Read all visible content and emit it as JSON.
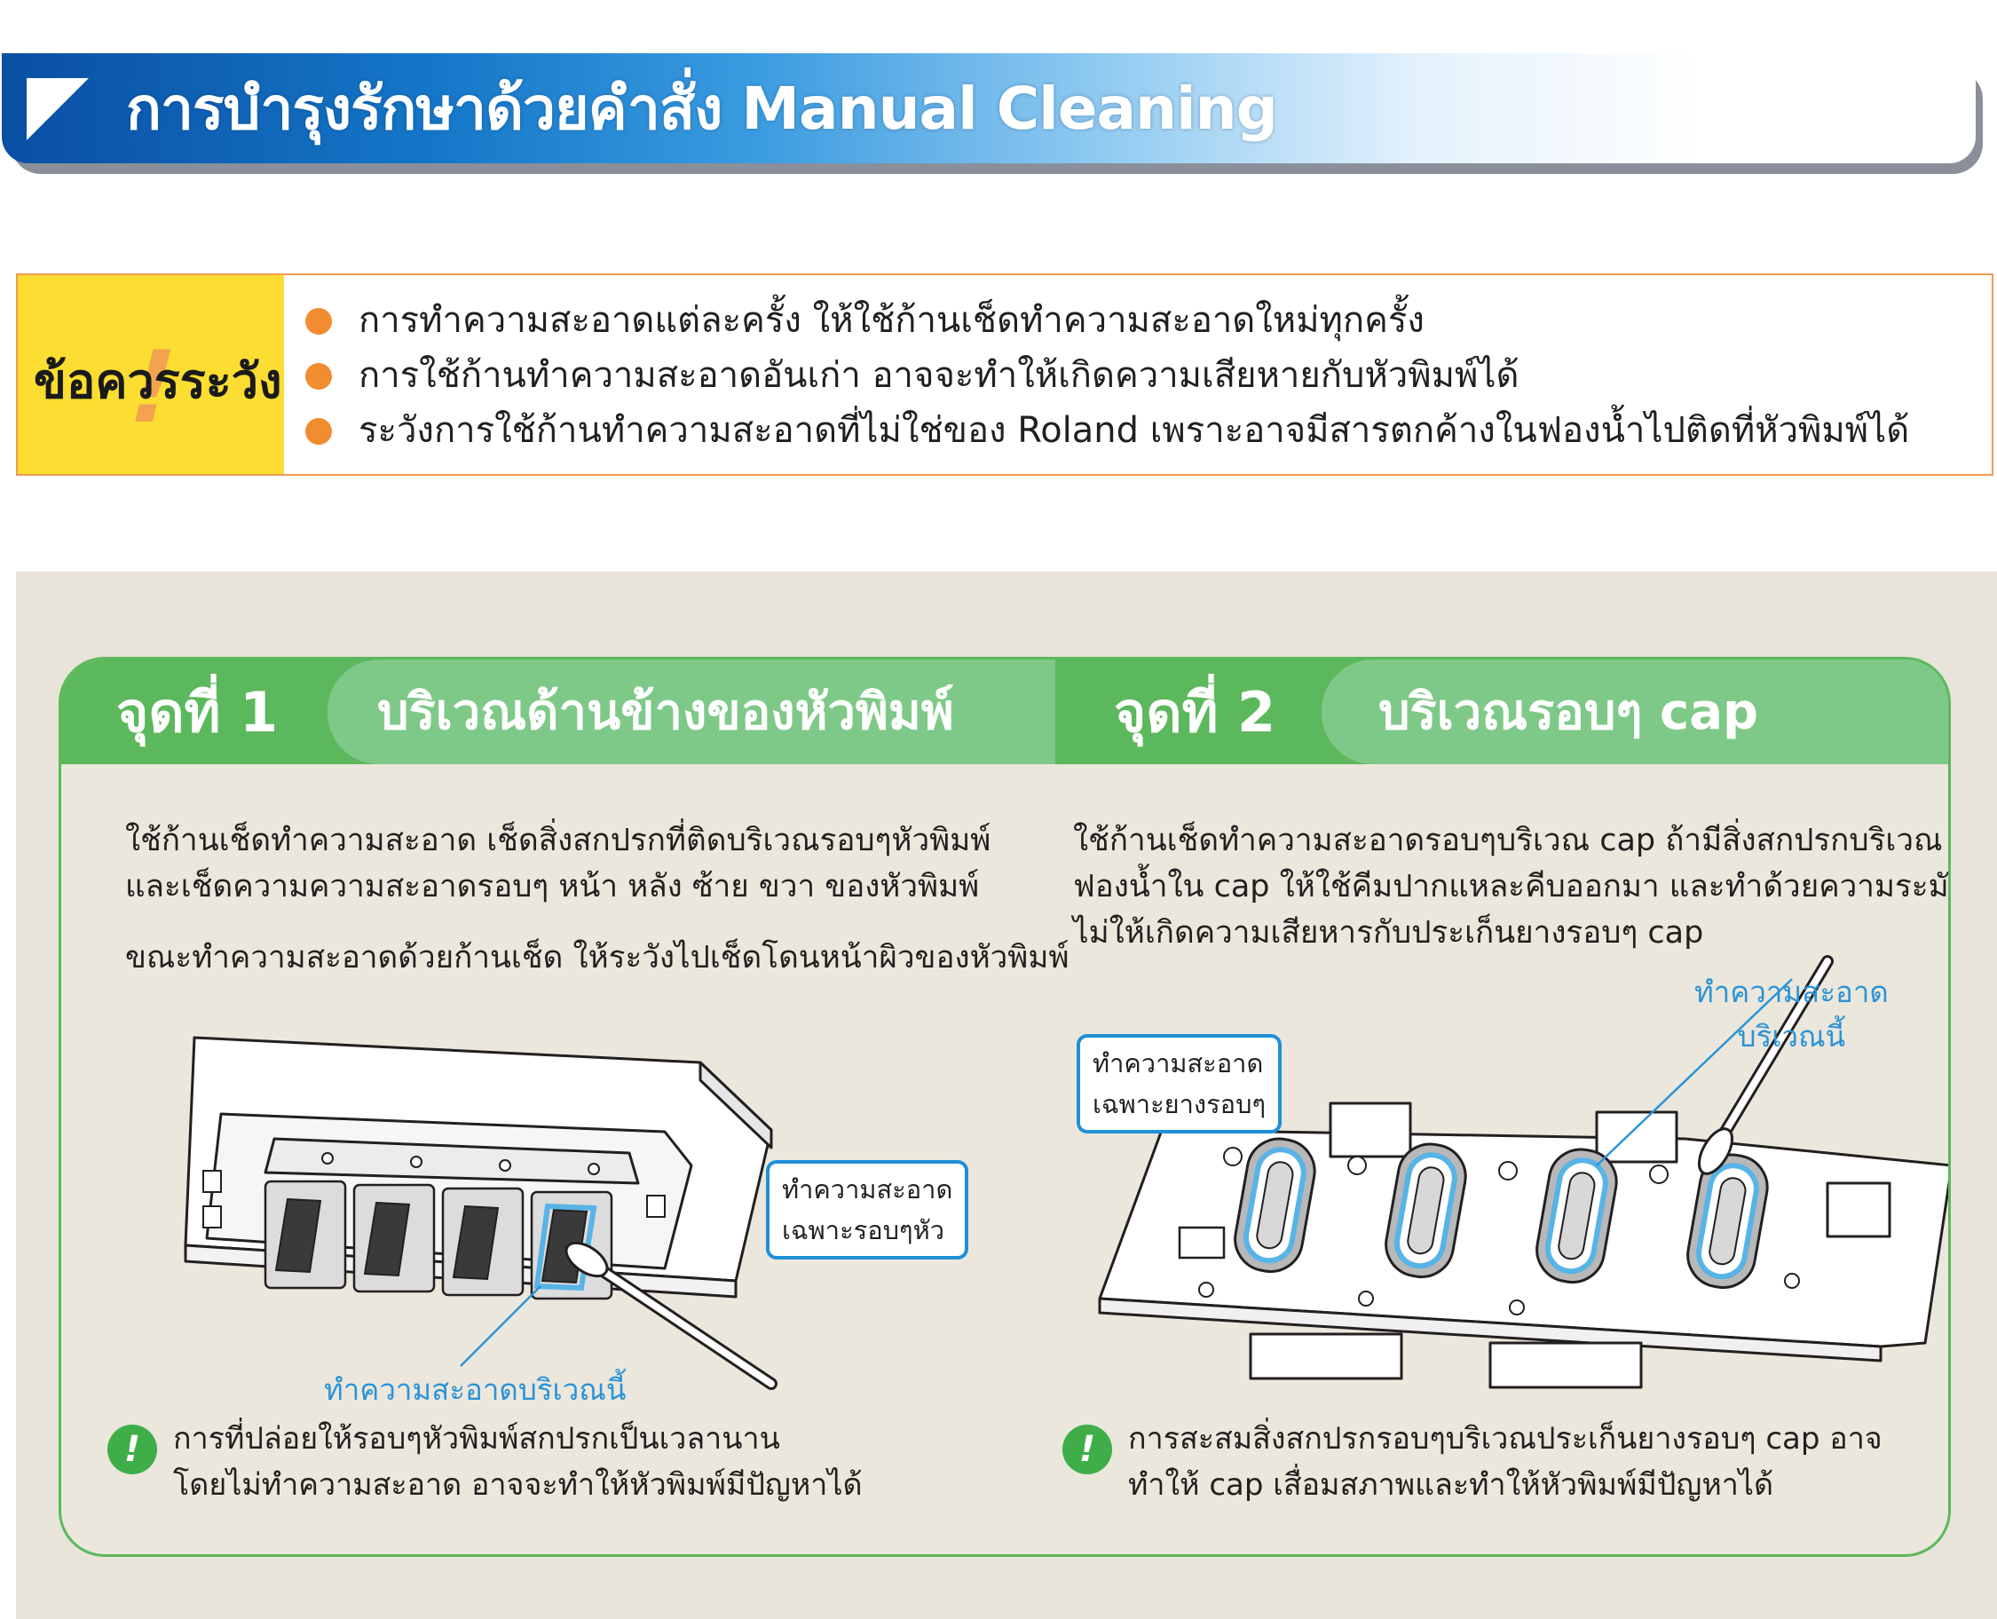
{
  "header": {
    "title": "การบำรุงรักษาด้วยคำสั่ง Manual Cleaning"
  },
  "caution": {
    "label": "ข้อควรระวัง",
    "items": [
      "การทำความสะอาดแต่ละครั้ง ให้ใช้ก้านเช็ดทำความสะอาดใหม่ทุกครั้ง",
      "การใช้ก้านทำความสะอาดอันเก่า อาจจะทำให้เกิดความเสียหายกับหัวพิมพ์ได้",
      "ระวังการใช้ก้านทำความสะอาดที่ไม่ใช่ของ Roland เพราะอาจมีสารตกค้างในฟองน้ำไปติดที่หัวพิมพ์ได้"
    ]
  },
  "point1": {
    "label": "จุดที่ 1",
    "title": "บริเวณด้านข้างของหัวพิมพ์",
    "paragraph": [
      "ใช้ก้านเช็ดทำความสะอาด เช็ดสิ่งสกปรกที่ติดบริเวณรอบๆหัวพิมพ์",
      "และเช็ดความความสะอาดรอบๆ หน้า หลัง ซ้าย ขวา ของหัวพิมพ์"
    ],
    "note": "ขณะทำความสะอาดด้วยก้านเช็ด ให้ระวังไปเช็ดโดนหน้าผิวของหัวพิมพ์",
    "callout": [
      "ทำความสะอาด",
      "เฉพาะรอบๆหัว"
    ],
    "blue_label": "ทำความสะอาดบริเวณนี้",
    "warning": [
      "การที่ปล่อยให้รอบๆหัวพิมพ์สกปรกเป็นเวลานาน",
      "โดยไม่ทำความสะอาด อาจจะทำให้หัวพิมพ์มีปัญหาได้"
    ]
  },
  "point2": {
    "label": "จุดที่ 2",
    "title": "บริเวณรอบๆ cap",
    "paragraph": [
      "ใช้ก้านเช็ดทำความสะอาดรอบๆบริเวณ cap ถ้ามีสิ่งสกปรกบริเวณ",
      "ฟองน้ำใน cap ให้ใช้คีมปากแหละคีบออกมา และทำด้วยความระมัดระวัง",
      "ไม่ให้เกิดความเสียหารกับประเก็นยางรอบๆ cap"
    ],
    "callout": [
      "ทำความสะอาด",
      "เฉพาะยางรอบๆ"
    ],
    "blue_label": [
      "ทำความสะอาด",
      "บริเวณนี้"
    ],
    "warning": [
      "การสะสมสิ่งสกปรกรอบๆบริเวณประเก็นยางรอบๆ cap อาจ",
      "ทำให้ cap เสื่อมสภาพและทำให้หัวพิมพ์มีปัญหาได้"
    ]
  },
  "colors": {
    "accent_green": "#5cb85c",
    "pill_green": "#7ec988",
    "caution_yellow": "#fcdd31",
    "caution_orange": "#f28c30",
    "callout_blue": "#1f8fd8",
    "panel_beige": "#e8e4d9"
  },
  "icons": {
    "warning": "exclamation-circle-icon",
    "bullet": "orange-dot-icon",
    "banner": "triangle-corner-icon"
  }
}
